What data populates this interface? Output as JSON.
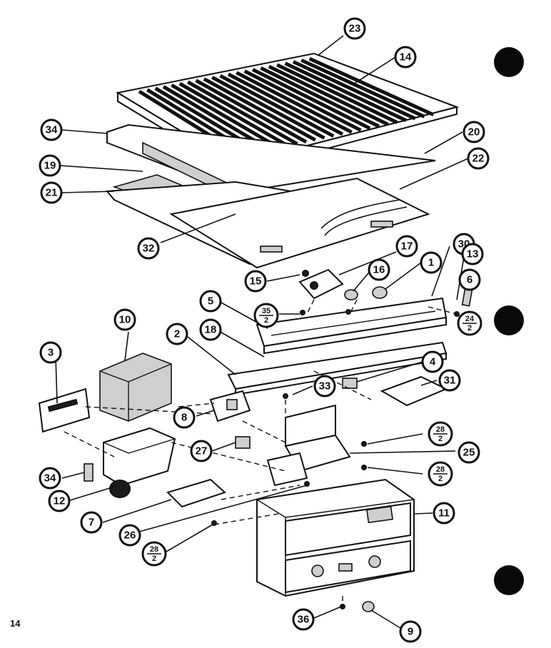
{
  "page_number": "14",
  "callouts": [
    {
      "label": "23"
    },
    {
      "label": "14"
    },
    {
      "label": "34"
    },
    {
      "label": "20"
    },
    {
      "label": "19"
    },
    {
      "label": "22"
    },
    {
      "label": "21"
    },
    {
      "label": "32"
    },
    {
      "label": "17"
    },
    {
      "label": "30"
    },
    {
      "label": "13"
    },
    {
      "label": "15"
    },
    {
      "label": "16"
    },
    {
      "label": "1"
    },
    {
      "label": "6"
    },
    {
      "label": "5"
    },
    {
      "label": "35",
      "den": "2"
    },
    {
      "label": "24",
      "den": "2"
    },
    {
      "label": "10"
    },
    {
      "label": "18"
    },
    {
      "label": "2"
    },
    {
      "label": "4"
    },
    {
      "label": "3"
    },
    {
      "label": "31"
    },
    {
      "label": "33"
    },
    {
      "label": "8"
    },
    {
      "label": "28",
      "den": "2"
    },
    {
      "label": "27"
    },
    {
      "label": "25"
    },
    {
      "label": "28",
      "den": "2"
    },
    {
      "label": "34"
    },
    {
      "label": "12"
    },
    {
      "label": "7"
    },
    {
      "label": "26"
    },
    {
      "label": "11"
    },
    {
      "label": "28",
      "den": "2"
    },
    {
      "label": "36"
    },
    {
      "label": "9"
    }
  ]
}
